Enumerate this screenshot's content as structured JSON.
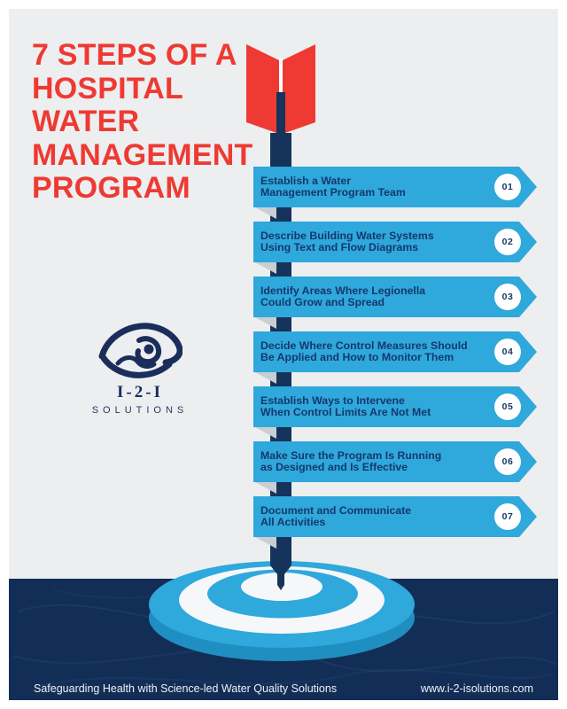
{
  "title": {
    "lines": [
      "7 STEPS OF A",
      "HOSPITAL",
      "WATER",
      "MANAGEMENT",
      "PROGRAM"
    ]
  },
  "logo": {
    "name": "I-2-I",
    "subtitle": "SOLUTIONS"
  },
  "steps": [
    {
      "number": "01",
      "line1": "Establish a Water",
      "line2": "Management Program Team"
    },
    {
      "number": "02",
      "line1": "Describe Building Water Systems",
      "line2": "Using Text and Flow Diagrams"
    },
    {
      "number": "03",
      "line1": "Identify Areas Where Legionella",
      "line2": "Could Grow and Spread"
    },
    {
      "number": "04",
      "line1": "Decide Where Control Measures Should",
      "line2": "Be Applied and How to Monitor Them"
    },
    {
      "number": "05",
      "line1": "Establish Ways to Intervene",
      "line2": "When Control Limits Are Not Met"
    },
    {
      "number": "06",
      "line1": "Make Sure the Program Is Running",
      "line2": "as Designed and Is Effective"
    },
    {
      "number": "07",
      "line1": "Document and Communicate",
      "line2": "All Activities"
    }
  ],
  "footer": {
    "tagline": "Safeguarding Health with Science-led Water Quality Solutions",
    "website": "www.i-2-isolutions.com"
  },
  "colors": {
    "accent_red": "#ee3a32",
    "banner_blue": "#2fa8dc",
    "navy": "#16335c",
    "water_band_navy": "#132e56",
    "background_gray": "#eceef0"
  },
  "icons": [
    "eye-icon",
    "dart-icon",
    "target-icon"
  ]
}
